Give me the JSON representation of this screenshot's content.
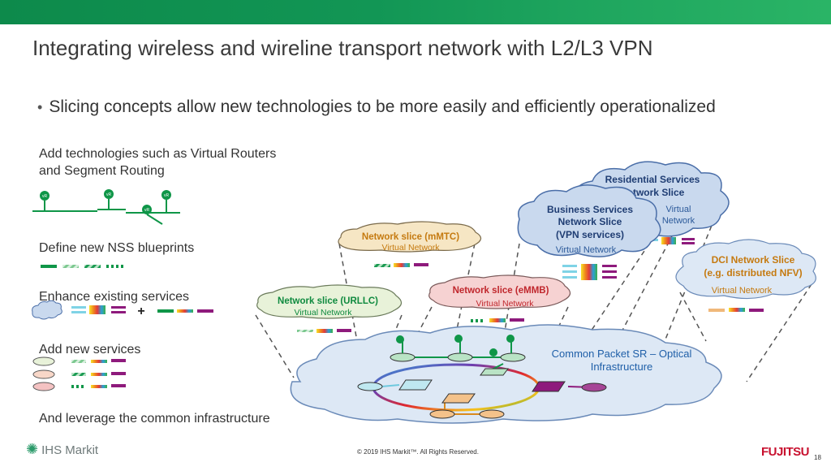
{
  "slide": {
    "title": "Integrating wireless and wireline transport network with L2/L3 VPN",
    "bullet": "Slicing concepts allow new technologies to be more easily and efficiently operationalized",
    "page_number": "18",
    "copyright": "© 2019 IHS Markit™. All Rights Reserved.",
    "logo_left": "IHS Markit",
    "logo_right": "FUJITSU"
  },
  "left_panel": {
    "item1_line1": "Add technologies such as Virtual Routers",
    "item1_line2": "and Segment Routing",
    "item2": "Define new NSS blueprints",
    "item3": "Enhance existing services",
    "item4": "Add new services",
    "item5": "And leverage the common infrastructure",
    "plus": "+"
  },
  "router_label": "vR",
  "slices": {
    "residential": {
      "line1": "Residential Services",
      "line2": "Network Slice",
      "vn1": "Virtual",
      "vn2": "Network"
    },
    "business": {
      "line1": "Business Services",
      "line2": "Network Slice",
      "line3": "(VPN services)",
      "vn": "Virtual Network"
    },
    "mmtc": {
      "name": "Network slice (mMTC)",
      "vn": "Virtual Network"
    },
    "dci": {
      "line1": "DCI Network Slice",
      "line2": "(e.g. distributed NFV)",
      "vn": "Virtual Network"
    },
    "urllc": {
      "name": "Network slice (URLLC)",
      "vn": "Virtual Network"
    },
    "embb": {
      "name": "Network slice (eMMB)",
      "vn": "Virtual Network"
    }
  },
  "infrastructure": {
    "line1": "Common Packet SR – Optical",
    "line2": "Infrastructure"
  },
  "colors": {
    "green": "#0f9648",
    "purple": "#8e1a7c",
    "cyan": "#7fd3e6",
    "orange": "#d98a1e",
    "red_text": "#c0272d",
    "blue_text": "#1f4e8c",
    "cloud_blue": "#dde8f5"
  }
}
